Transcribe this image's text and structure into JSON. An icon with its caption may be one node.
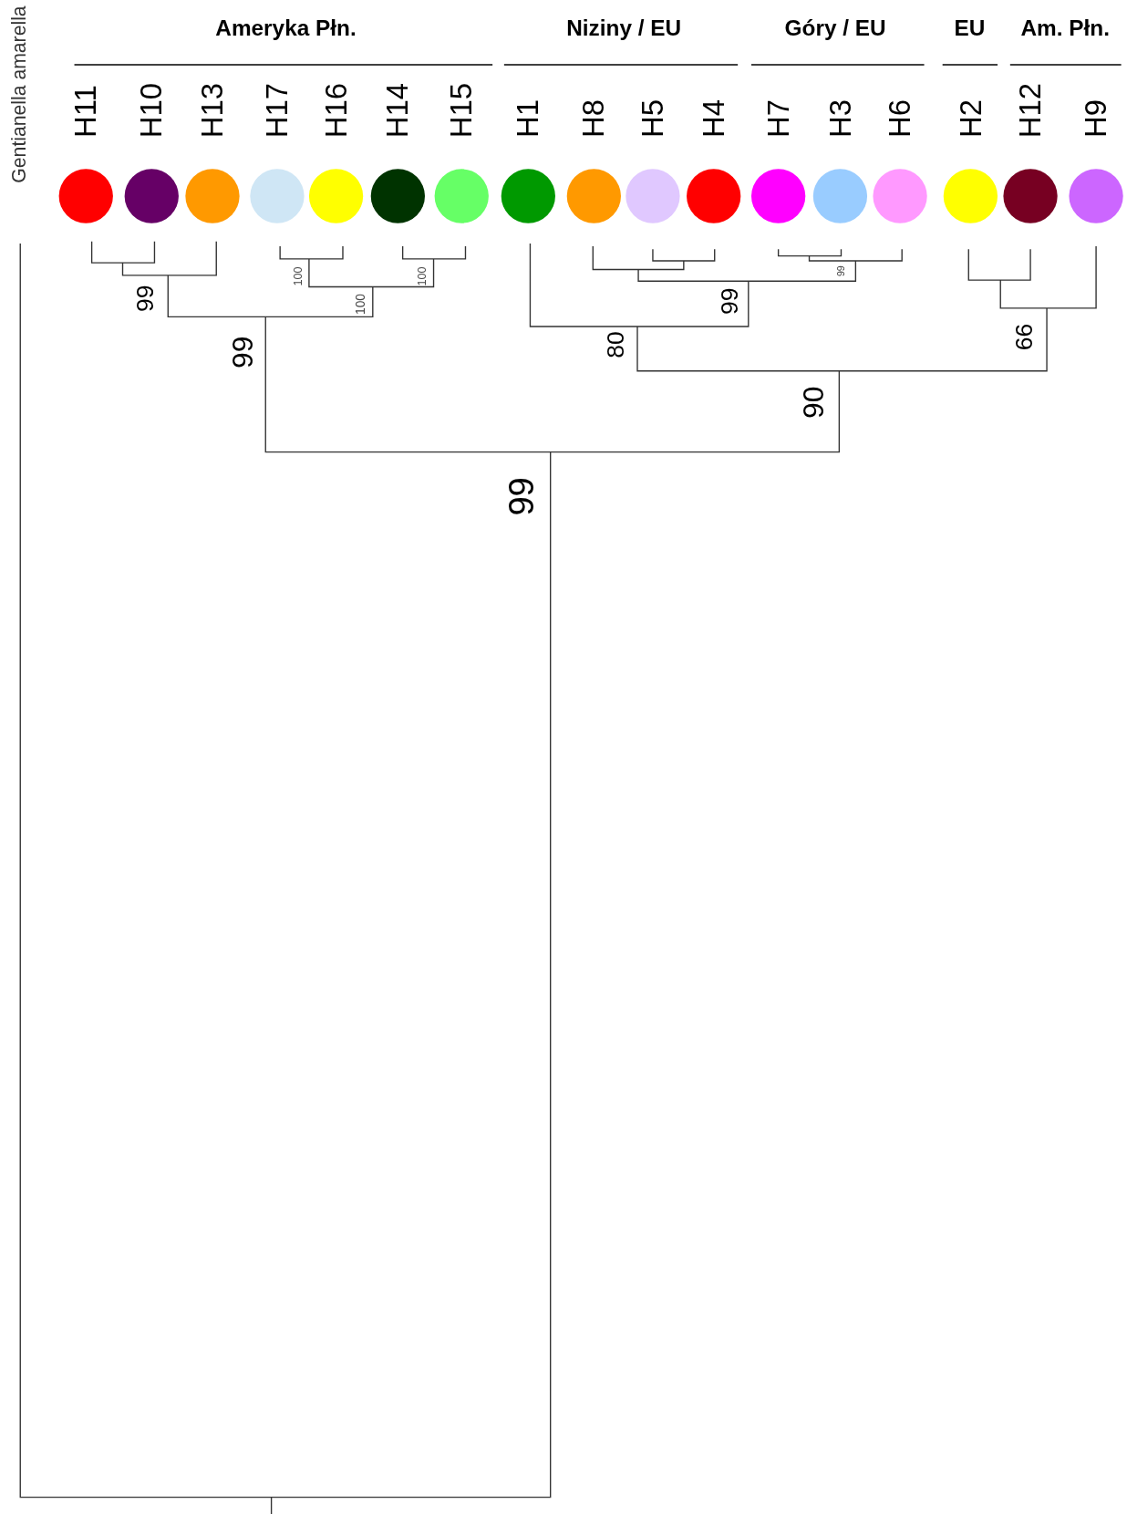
{
  "diagram": {
    "nodes": [
      {
        "text": [
          "Gentianella amarella"
        ]
      },
      {
        "text": [
          "H11"
        ]
      },
      {
        "text": [
          "H10"
        ]
      },
      {
        "text": [
          "H13"
        ]
      },
      {
        "text": [
          "H17"
        ]
      },
      {
        "text": [
          "H16"
        ]
      },
      {
        "text": [
          "H14"
        ]
      },
      {
        "text": [
          "H15"
        ]
      },
      {
        "text": [
          "H1"
        ]
      },
      {
        "text": [
          "H8"
        ]
      },
      {
        "text": [
          "H5"
        ]
      },
      {
        "text": [
          "H4"
        ]
      },
      {
        "text": [
          "H7"
        ]
      },
      {
        "text": [
          "H3"
        ]
      },
      {
        "text": [
          "H6"
        ]
      },
      {
        "text": [
          "H2"
        ]
      },
      {
        "text": [
          "H12"
        ]
      },
      {
        "text": [
          "H9"
        ]
      }
    ],
    "labels": [
      "Ameryka Płn.",
      "Niziny / EU",
      "Góry / EU",
      "EU",
      "Am. Płn.",
      "100",
      "100",
      "99",
      "99",
      "100",
      "99",
      "99",
      "80",
      "66",
      "90",
      "99"
    ]
  }
}
